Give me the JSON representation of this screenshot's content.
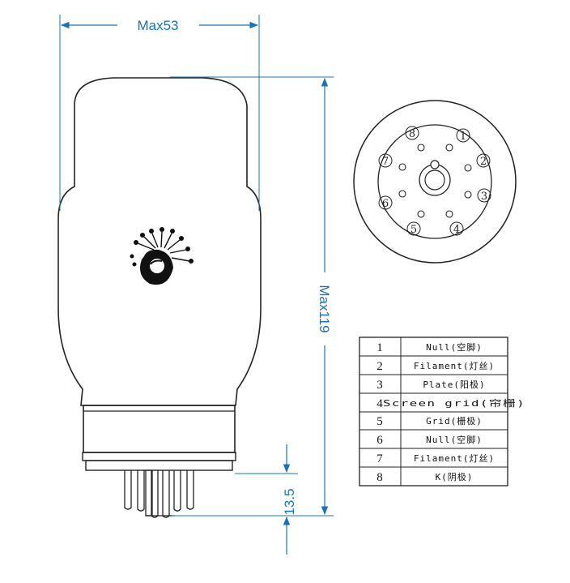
{
  "dimensions": {
    "width_label": "Max53",
    "height_label": "Max119",
    "pin_length_label": "13.5"
  },
  "pin_labels": [
    "1",
    "2",
    "3",
    "4",
    "5",
    "6",
    "7",
    "8"
  ],
  "pin_table": [
    {
      "pin": "1",
      "function": "Null(空脚)"
    },
    {
      "pin": "2",
      "function": "Filament(灯丝)"
    },
    {
      "pin": "3",
      "function": "Plate(阳极)"
    },
    {
      "pin": "4",
      "function": "Screen grid(帘栅)"
    },
    {
      "pin": "5",
      "function": "Grid(栅极)"
    },
    {
      "pin": "6",
      "function": "Null(空脚)"
    },
    {
      "pin": "7",
      "function": "Filament(灯丝)"
    },
    {
      "pin": "8",
      "function": "K(阴极)"
    }
  ],
  "colors": {
    "dimension_line": "#1a73b8",
    "outline": "#222222"
  },
  "icons": {
    "logo": "peacock-logo-icon"
  }
}
